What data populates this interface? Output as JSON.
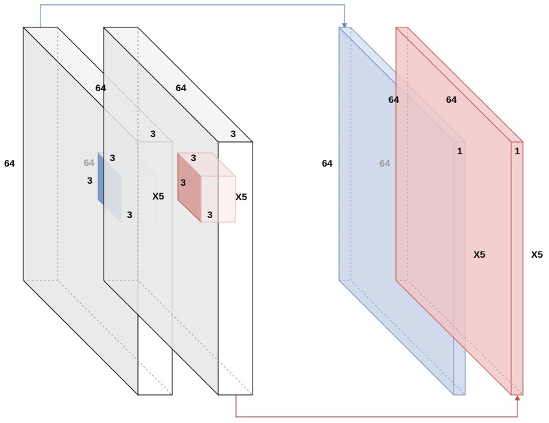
{
  "labels": {
    "block1_height": "64",
    "block1_depth": "64",
    "block1_width": "3",
    "block1_repeat": "X5",
    "block2_depth": "64",
    "block2_width": "3",
    "block2_repeat": "X5",
    "blue_kernel_depth": "64",
    "blue_kernel_top": "3",
    "blue_kernel_left": "3",
    "blue_kernel_bottom": "3",
    "red_kernel_top": "3",
    "red_kernel_left": "3",
    "red_kernel_bottom": "3",
    "blue_out_height": "64",
    "blue_out_depth": "64",
    "blue_out_width": "1",
    "blue_out_repeat": "X5",
    "red_out_depth": "64",
    "red_out_inner": "64",
    "red_out_width": "1",
    "red_out_repeat": "X5"
  },
  "colors": {
    "gray_fill": "#e8e8e8",
    "gray_stroke": "#000000",
    "blue_fill": "#c9d4e8",
    "blue_stroke": "#6c8ebf",
    "blue_kernel": "#7f9ccb",
    "red_fill": "#f0c4c2",
    "red_stroke": "#b85450",
    "red_kernel": "#d9a3a0"
  }
}
